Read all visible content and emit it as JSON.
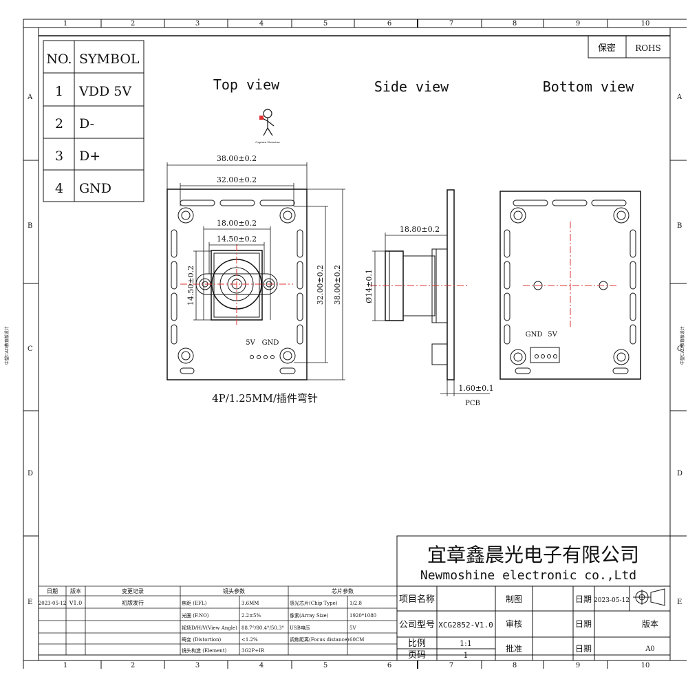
{
  "border": {
    "cols": [
      "1",
      "2",
      "3",
      "4",
      "5",
      "6",
      "7",
      "8",
      "9",
      "10"
    ],
    "rows": [
      "A",
      "B",
      "C",
      "D",
      "E"
    ],
    "watermark": "中望CAD教育版设计"
  },
  "pin_table": {
    "header": {
      "no": "NO.",
      "symbol": "SYMBOL"
    },
    "rows": [
      {
        "no": "1",
        "symbol": "VDD 5V"
      },
      {
        "no": "2",
        "symbol": "D-"
      },
      {
        "no": "3",
        "symbol": "D+"
      },
      {
        "no": "4",
        "symbol": "GND"
      }
    ]
  },
  "top_right_boxes": {
    "secret": "保密",
    "rohs": "ROHS"
  },
  "views": {
    "top": "Top view",
    "side": "Side view",
    "bottom": "Bottom view"
  },
  "logo_caption": "Captain Hemstan",
  "dims": {
    "board_w": "38.00±0.2",
    "hole_w": "32.00±0.2",
    "lens_outer_w": "18.00±0.2",
    "lens_inner_w": "14.50±0.2",
    "lens_h": "14.50±0.2",
    "hole_h": "32.00±0.2",
    "board_h": "38.00±0.2",
    "side_len": "18.80±0.2",
    "lens_dia": "Ø14±0.1",
    "pcb_thick": "1.60±0.1",
    "pcb_label": "PCB",
    "connector": "4P/1.25MM/插件弯针",
    "top_pin_5v": "5V",
    "top_pin_gnd": "GND",
    "bot_pin_gnd": "GND",
    "bot_pin_5v": "5V"
  },
  "title_block": {
    "company_cn": "宜章鑫晨光电子有限公司",
    "company_en": "Newmoshine  electronic co.,Ltd",
    "project_name_label": "项目名称",
    "model_label": "公司型号",
    "model_value": "XCG2852-V1.0",
    "scale_label": "比例",
    "scale_value": "1:1",
    "page_label": "页码",
    "page_value": "1",
    "drawn_label": "制图",
    "review_label": "审核",
    "approve_label": "批准",
    "date_label": "日期",
    "date_value": "2023-05-12",
    "date_label2": "日期",
    "date_label3": "日期",
    "version_label": "版本",
    "version_value": "A0"
  },
  "revision": {
    "headers": [
      "日期",
      "版本",
      "变更记录"
    ],
    "row": [
      "2023-05-12",
      "V1.0",
      "初版发行"
    ]
  },
  "lens_params": {
    "title": "镜头参数",
    "rows": [
      [
        "焦距 (EFL)",
        "3.6MM"
      ],
      [
        "光圈 (F.NO)",
        "2.2±5%"
      ],
      [
        "视场D/H/V(View Angle)",
        "88.7°/80.4°/50.3°"
      ],
      [
        "畸变 (Distortion)",
        "<1.2%"
      ],
      [
        "镜头构造 (Element)",
        "3G2P+IR"
      ]
    ]
  },
  "chip_params": {
    "title": "芯片参数",
    "rows": [
      [
        "感光芯片(Chip Type)",
        "1/2.8"
      ],
      [
        "像素(Array Size)",
        "1920*1080"
      ],
      [
        "USB电压",
        "5V"
      ],
      [
        "调焦距离(Focus distance)",
        "60CM"
      ]
    ]
  },
  "colors": {
    "line": "#111111",
    "center": "#e03030",
    "dim": "#111111"
  }
}
